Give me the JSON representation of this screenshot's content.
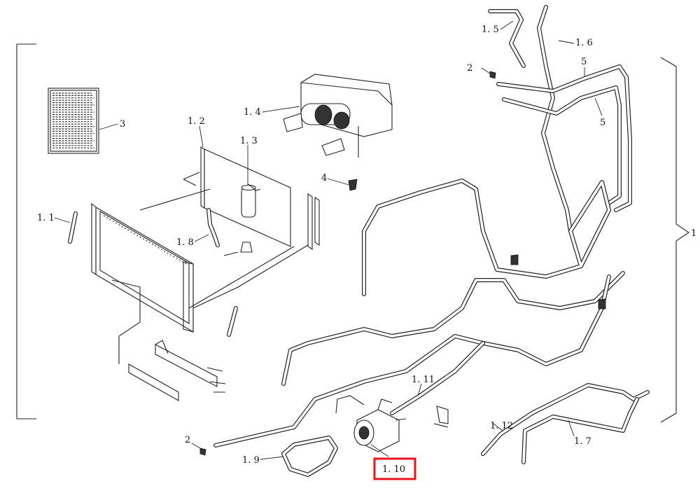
{
  "diagram": {
    "title": "",
    "highlight_color": "#e8141b",
    "highlighted_label": "1.10",
    "labels": {
      "l_1_1": "1. 1",
      "l_1_2": "1. 2",
      "l_1_3": "1. 3",
      "l_1_4": "1. 4",
      "l_1_5": "1. 5",
      "l_1_6": "1. 6",
      "l_1_7": "1. 7",
      "l_1_8": "1. 8",
      "l_1_9": "1. 9",
      "l_1_10": "1. 10",
      "l_1_11": "1. 11",
      "l_1_12": "1. 12",
      "l_1": "1",
      "l_2_top": "2",
      "l_2_bottom": "2",
      "l_3": "3",
      "l_4": "4",
      "l_5_a": "5",
      "l_5_b": "5"
    },
    "parts": [
      {
        "id": "1",
        "name": "air-conditioning-assembly"
      },
      {
        "id": "1.1",
        "name": "gas-spring"
      },
      {
        "id": "1.2",
        "name": "condenser-bracket"
      },
      {
        "id": "1.3",
        "name": "receiver-drier"
      },
      {
        "id": "1.4",
        "name": "evaporator-unit"
      },
      {
        "id": "1.5",
        "name": "hose"
      },
      {
        "id": "1.6",
        "name": "hose"
      },
      {
        "id": "1.7",
        "name": "hose"
      },
      {
        "id": "1.8",
        "name": "hose"
      },
      {
        "id": "1.9",
        "name": "drive-belt"
      },
      {
        "id": "1.10",
        "name": "compressor"
      },
      {
        "id": "1.11",
        "name": "hose"
      },
      {
        "id": "1.12",
        "name": "hose"
      },
      {
        "id": "2",
        "name": "grommet"
      },
      {
        "id": "3",
        "name": "warning-decal"
      },
      {
        "id": "4",
        "name": "plug"
      },
      {
        "id": "5",
        "name": "drain-hose"
      }
    ]
  }
}
